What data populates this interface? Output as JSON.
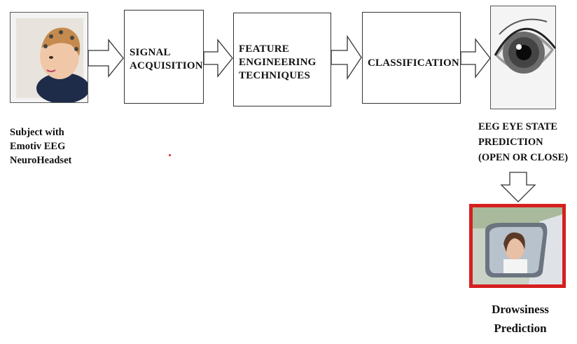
{
  "subject": {
    "caption_lines": [
      "Subject with",
      "Emotiv EEG",
      "NeuroHeadset"
    ]
  },
  "steps": [
    {
      "lines": [
        "SIGNAL",
        "ACQUISITION"
      ]
    },
    {
      "lines": [
        "FEATURE",
        "ENGINEERING",
        "TECHNIQUES"
      ]
    },
    {
      "lines": [
        "CLASSIFICATION"
      ]
    }
  ],
  "eye_state": {
    "caption_lines": [
      "EEG EYE STATE",
      "PREDICTION",
      "(OPEN OR CLOSE)"
    ]
  },
  "drowsiness": {
    "caption_lines": [
      "Drowsiness",
      "Prediction"
    ],
    "frame_color": "#d61f1f"
  },
  "colors": {
    "stroke": "#333333",
    "accent_dot": "#dd2222"
  }
}
